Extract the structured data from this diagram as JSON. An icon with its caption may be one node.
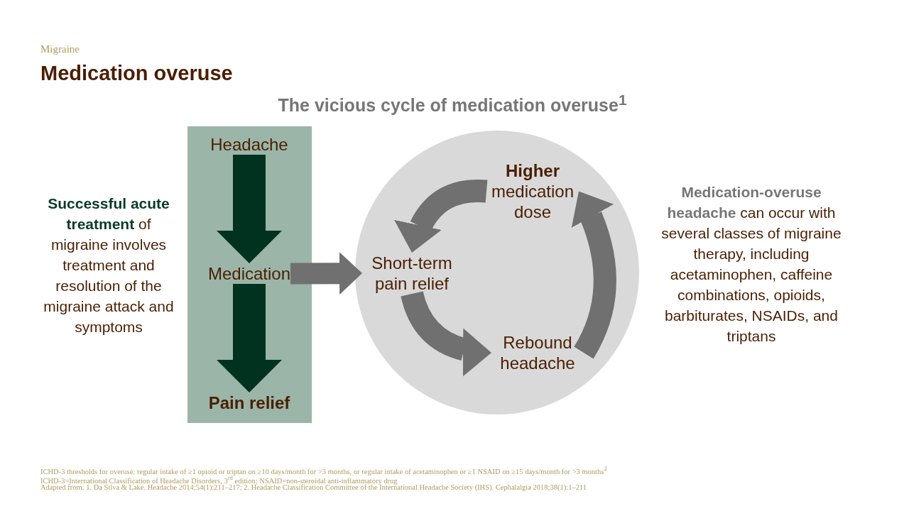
{
  "diagram": {
    "title": "Medication overuse",
    "nodes": [
      {
        "text": [],
        "shape": "box"
      },
      {
        "text": [
          "Headache"
        ],
        "in": 0
      },
      {
        "text": [
          "Medication"
        ],
        "in": 0
      },
      {
        "text": [
          "Pain relief"
        ],
        "in": 0
      },
      {
        "text": [],
        "shape": "circle"
      },
      {
        "text": [
          "Short-term pain relief"
        ],
        "in": 4
      },
      {
        "text": [
          "**Higher** medication dose"
        ],
        "in": 4
      },
      {
        "text": [
          "Rebound headache"
        ],
        "in": 4
      }
    ],
    "edges": [
      {
        "from": 1,
        "to": 2,
        "arrow": "to",
        "color": "#00331f"
      },
      {
        "from": 2,
        "to": 3,
        "arrow": "to",
        "color": "#00331f"
      },
      {
        "from": 2,
        "to": 5,
        "arrow": "to"
      },
      {
        "from": 5,
        "to": 7,
        "arrow": "to"
      },
      {
        "from": 7,
        "to": 6,
        "arrow": "to"
      },
      {
        "from": 6,
        "to": 5,
        "arrow": "to"
      }
    ],
    "labels": [
      "Migraine",
      "The vicious cycle of medication overuse$^{1}$",
      "**Successful acute treatment** of migraine involves treatment and resolution of the migraine attack and symptoms",
      "**Medication-overuse headache** can occur with several classes of migraine therapy, including acetaminophen, caffeine combinations, opioids, barbiturates, NSAIDs, and triptans",
      "ICHD-3 thresholds for overuse: regular intake of ≥1 opioid or triptan on ≥10 days/month for >3 months, or regular intake of acetaminophen or ≥1 NSAID on ≥15 days/month for >3 months$^{2}$",
      "ICHD-3=International Classification of Headache Disorders, 3$^{rd}$ edition; NSAID=non-steroidal anti-inflammatory drug",
      "Adapted from: 1. Da Silva & Lake. Headache 2014;54(1):211–217; 2. Headache Classification Committee of the International Headache Society (IHS). Cephalalgia 2018;38(1):1–211"
    ]
  }
}
